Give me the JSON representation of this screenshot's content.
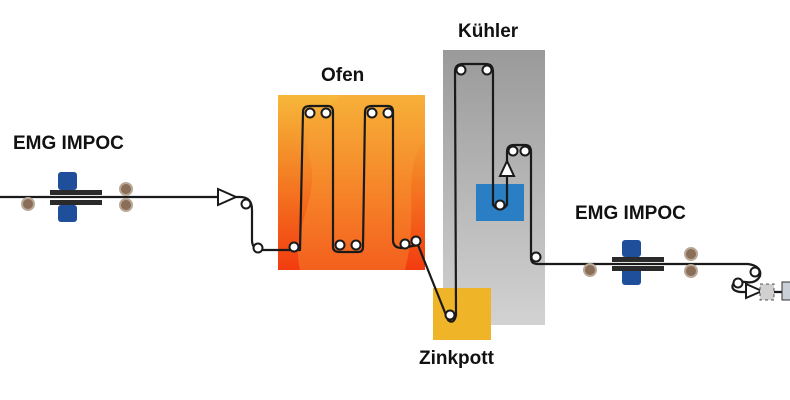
{
  "labels": {
    "impoc_left": "EMG IMPOC",
    "furnace": "Ofen",
    "cooler": "Kühler",
    "zinc_pot": "Zinkpott",
    "impoc_right": "EMG IMPOC"
  },
  "colors": {
    "furnace_top": "#f6b83a",
    "furnace_bottom": "#f23c10",
    "cooler": "#a9a9a9",
    "zinc_pot": "#f0b429",
    "cooling_unit": "#2a7fc4",
    "impoc_device": "#1f4f9a",
    "roller": "#8a6e58",
    "strip": "#1a1a1a"
  },
  "icons": [
    "strip-direction-arrow-icon",
    "impoc-sensor-icon",
    "roller-icon"
  ]
}
